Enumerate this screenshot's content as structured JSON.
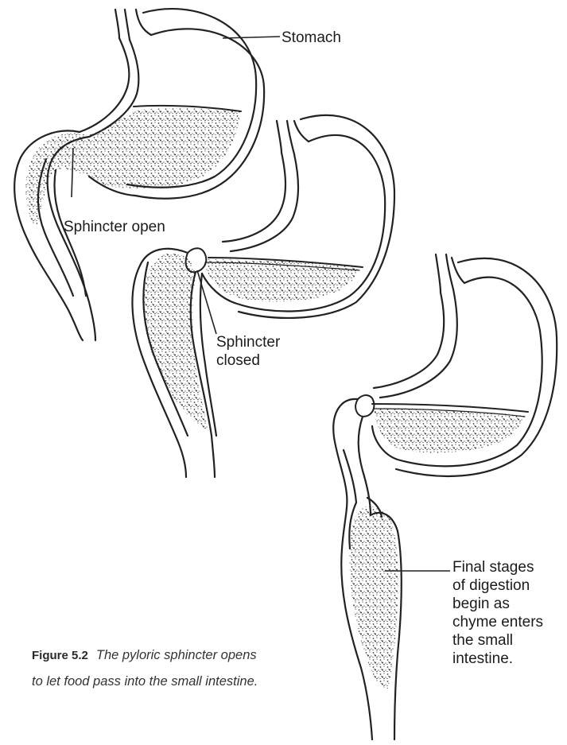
{
  "labels": {
    "stomach": "Stomach",
    "sphincter_open": "Sphincter open",
    "sphincter_closed": "Sphincter\nclosed",
    "final_stages": "Final stages\nof digestion\nbegin as\nchyme enters\nthe small\nintestine."
  },
  "caption": {
    "figure_number": "Figure 5.2",
    "text": "The pyloric sphincter opens to let food pass into the small intestine."
  },
  "colors": {
    "outline": "#222222",
    "chyme_fill": "#d4d4d4",
    "speckle": "#444444",
    "text": "#1b1b1b"
  }
}
